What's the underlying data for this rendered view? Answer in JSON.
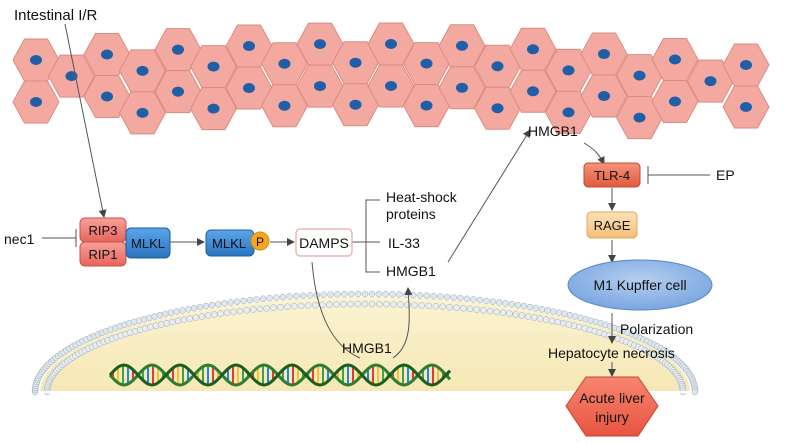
{
  "title_label": "Intestinal I/R",
  "inhibitor_nec1": "nec1",
  "rip3": "RIP3",
  "rip1": "RIP1",
  "mlkl": "MLKL",
  "mlkl_p": "MLKL",
  "phospho": "P",
  "damps": "DAMPS",
  "damps_list": {
    "heat_shock_line1": "Heat-shock",
    "heat_shock_line2": "proteins",
    "il33": "IL-33",
    "hmgb1": "HMGB1"
  },
  "hmgb1_top": "HMGB1",
  "hmgb1_nucleus": "HMGB1",
  "tlr4": "TLR-4",
  "ep": "EP",
  "rage": "RAGE",
  "m1_kupffer": "M1 Kupffer cell",
  "polarization": "Polarization",
  "hepatocyte_necrosis": "Hepatocyte necrosis",
  "outcome_line1": "Acute liver",
  "outcome_line2": "injury",
  "colors": {
    "cell_fill": "#f4a9a0",
    "cell_stroke": "#d98b82",
    "nucleus": "#1e5fa8",
    "rip_fill": "#f08078",
    "mlkl_fill": "#3a8ad6",
    "phospho_fill": "#f5a623",
    "tlr4_fill": "#f0795f",
    "rage_fill": "#f8d29a",
    "kupffer_fill": "#8fb4e6",
    "outcome_fill": "#f26a58"
  }
}
